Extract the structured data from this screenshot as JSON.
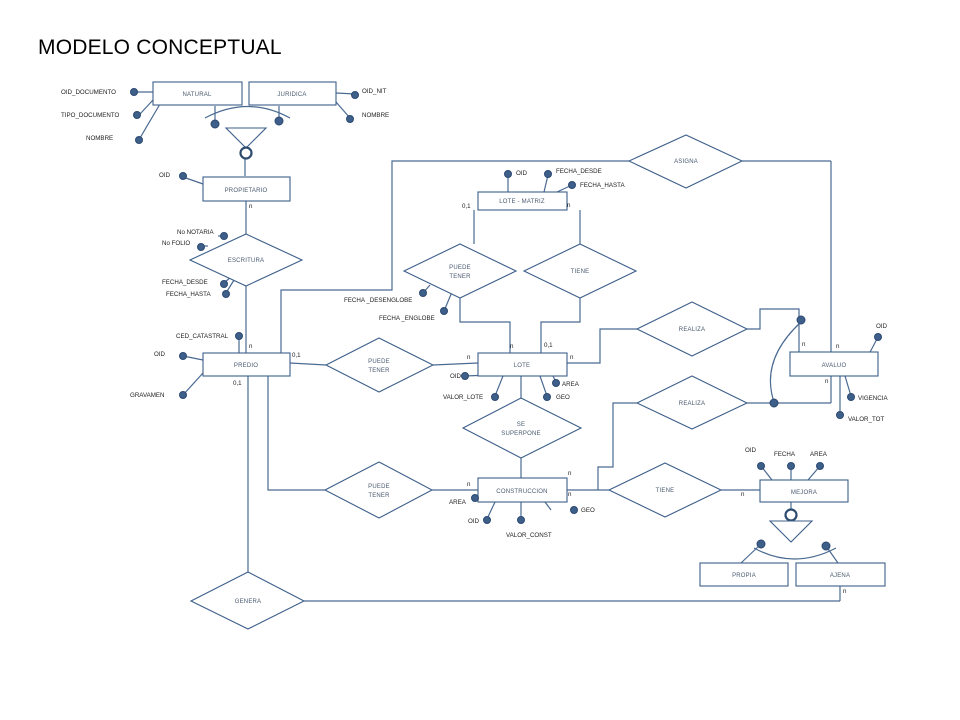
{
  "title": "MODELO CONCEPTUAL",
  "entities": {
    "natural": "NATURAL",
    "juridica": "JURIDICA",
    "propietario": "PROPIETARIO",
    "lote_matriz": "LOTE - MATRIZ",
    "predio": "PREDIO",
    "lote": "LOTE",
    "avaluo": "AVALUO",
    "construccion": "CONSTRUCCION",
    "mejora": "MEJORA",
    "propia": "PROPIA",
    "ajena": "AJENA"
  },
  "relationships": {
    "asigna": "ASIGNA",
    "escritura": "ESCRITURA",
    "puede_tener_lm": [
      "PUEDE",
      "TENER"
    ],
    "tiene_lm": "TIENE",
    "realiza_1": "REALIZA",
    "puede_tener_predio": [
      "PUEDE",
      "TENER"
    ],
    "realiza_2": "REALIZA",
    "se_superpone": [
      "SE",
      "SUPERPONE"
    ],
    "puede_tener_const": [
      "PUEDE",
      "TENER"
    ],
    "tiene_mejora": "TIENE",
    "genera": "GENERA"
  },
  "attributes": {
    "oid_documento": "OID_DOCUMENTO",
    "tipo_documento": "TIPO_DOCUMENTO",
    "nombre_natural": "NOMBRE",
    "oid_nit": "OID_NIT",
    "nombre_juridica": "NOMBRE",
    "oid_propietario": "OID",
    "no_notaria": "No NOTARIA",
    "no_folio": "No FOLIO",
    "fecha_desde_escritura": "FECHA_DESDE",
    "fecha_hasta_escritura": "FECHA_HASTA",
    "oid_lote_matriz": "OID",
    "fecha_desde_lm": "FECHA_DESDE",
    "fecha_hasta_lm": "FECHA_HASTA",
    "fecha_desenglobe": "FECHA _DESENGLOBE",
    "fecha_englobe": "FECHA _ENGLOBE",
    "ced_catastral": "CED_CATASTRAL",
    "oid_predio": "OID",
    "gravamen": "GRAVAMEN",
    "oid_lote": "OID",
    "area_lote": "AREA",
    "valor_lote": "VALOR_LOTE",
    "geo_lote": "GEO",
    "oid_avaluo": "OID",
    "vigencia": "VIGENCIA",
    "valor_tot": "VALOR_TOT",
    "oid_mejora": "OID",
    "fecha_mejora": "FECHA",
    "area_mejora": "AREA",
    "area_const": "AREA",
    "oid_const": "OID",
    "valor_const": "VALOR_CONST",
    "geo_const": "GEO"
  },
  "cardinalities": {
    "prop_n": "n",
    "lm_01": "0,1",
    "lm_n": "n",
    "predio_top_n": "n",
    "predio_01_right": "0,1",
    "predio_01_bottom": "0,1",
    "lote_left_n": "n",
    "lote_top_n": "n",
    "lote_top_01": "0,1",
    "lote_right_n": "n",
    "avaluo_n1": "n",
    "avaluo_n2": "n",
    "avaluo_bottom_n": "n",
    "const_left_n": "n",
    "const_top_n": "n",
    "const_right_n": "n",
    "mejora_n": "n",
    "genera_n": "n"
  }
}
